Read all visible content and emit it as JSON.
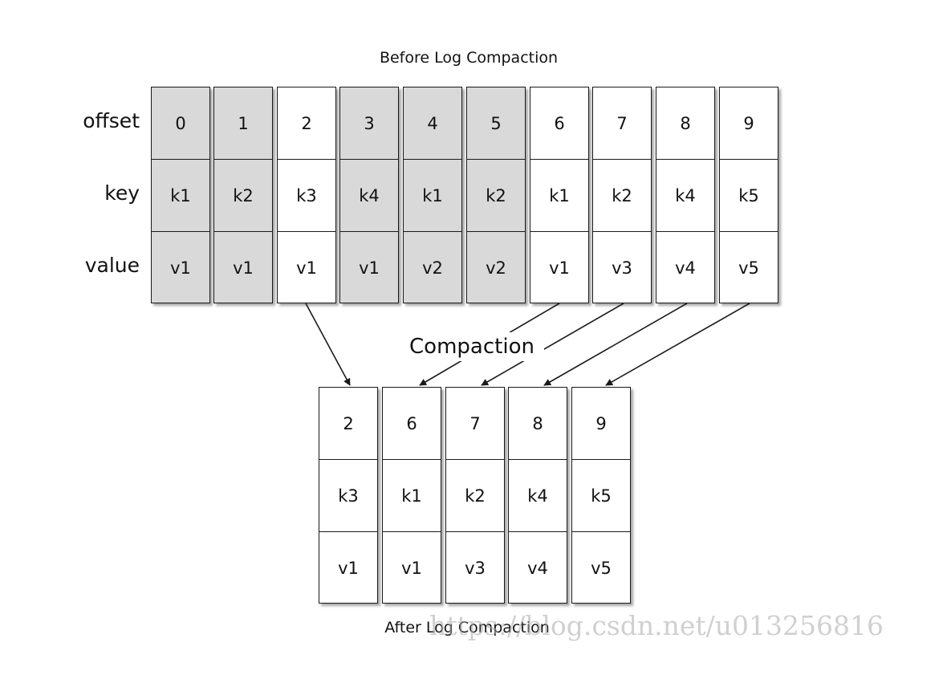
{
  "before": {
    "title": "Before Log Compaction",
    "row_labels": [
      "offset",
      "key",
      "value"
    ],
    "records": [
      {
        "offset": "0",
        "key": "k1",
        "value": "v1",
        "retained": false
      },
      {
        "offset": "1",
        "key": "k2",
        "value": "v1",
        "retained": false
      },
      {
        "offset": "2",
        "key": "k3",
        "value": "v1",
        "retained": true
      },
      {
        "offset": "3",
        "key": "k4",
        "value": "v1",
        "retained": false
      },
      {
        "offset": "4",
        "key": "k1",
        "value": "v2",
        "retained": false
      },
      {
        "offset": "5",
        "key": "k2",
        "value": "v2",
        "retained": false
      },
      {
        "offset": "6",
        "key": "k1",
        "value": "v1",
        "retained": true
      },
      {
        "offset": "7",
        "key": "k2",
        "value": "v3",
        "retained": true
      },
      {
        "offset": "8",
        "key": "k4",
        "value": "v4",
        "retained": true
      },
      {
        "offset": "9",
        "key": "k5",
        "value": "v5",
        "retained": true
      }
    ]
  },
  "compaction_label": "Compaction",
  "after": {
    "title": "After Log Compaction",
    "records": [
      {
        "offset": "2",
        "key": "k3",
        "value": "v1"
      },
      {
        "offset": "6",
        "key": "k1",
        "value": "v1"
      },
      {
        "offset": "7",
        "key": "k2",
        "value": "v3"
      },
      {
        "offset": "8",
        "key": "k4",
        "value": "v4"
      },
      {
        "offset": "9",
        "key": "k5",
        "value": "v5"
      }
    ]
  },
  "watermark": "https://blog.csdn.net/u013256816",
  "colors": {
    "stale_fill": "#d9d9d9",
    "kept_fill": "#ffffff",
    "line": "#1a1a1a"
  }
}
